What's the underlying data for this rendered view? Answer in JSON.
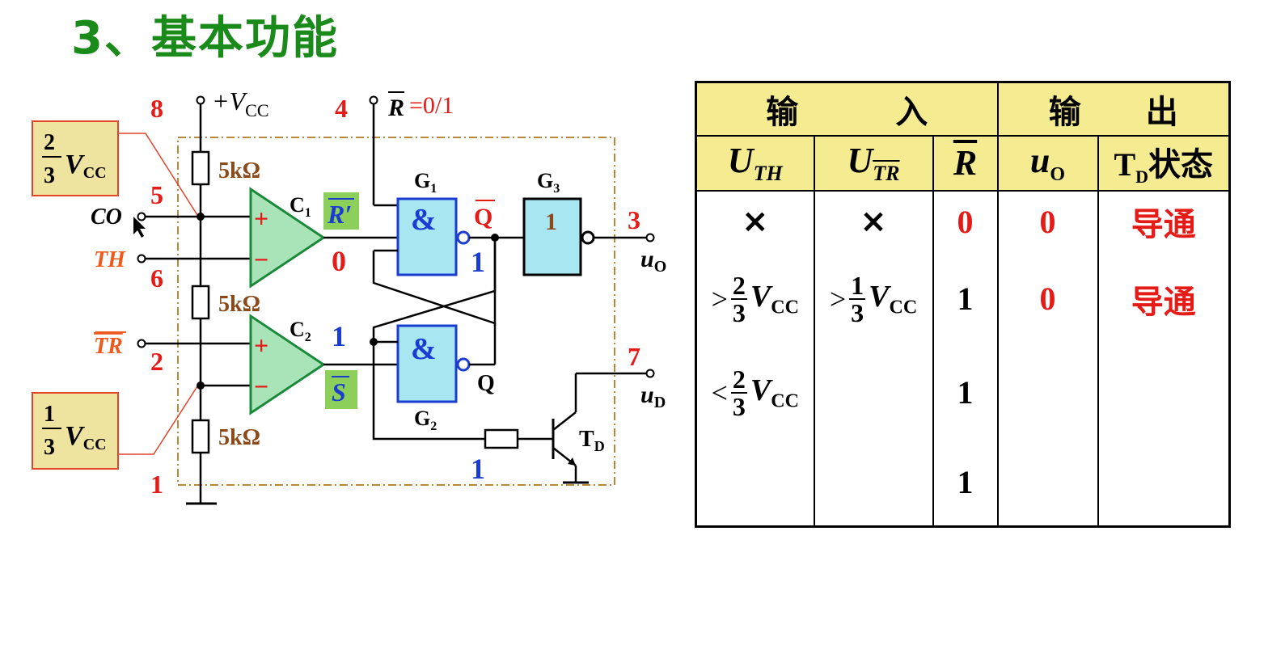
{
  "slide_title": "3、基本功能",
  "circuit": {
    "vcc_label": "+V",
    "vcc_sub": "CC",
    "pin_labels": {
      "p8": "8",
      "p4": "4",
      "p5": "5",
      "p6": "6",
      "p2": "2",
      "p1": "1",
      "p3": "3",
      "p7": "7"
    },
    "reset_label": "R",
    "reset_annotation": "=0/1",
    "resistors": [
      "5kΩ",
      "5kΩ",
      "5kΩ"
    ],
    "ref_box_top": {
      "num": "2",
      "den": "3",
      "sym": "V",
      "sub": "CC"
    },
    "ref_box_bottom": {
      "num": "1",
      "den": "3",
      "sym": "V",
      "sub": "CC"
    },
    "inputs": {
      "co": "CO",
      "th": "TH",
      "tr": "TR"
    },
    "comparators": {
      "c1": "C",
      "c1_sub": "1",
      "c2": "C",
      "c2_sub": "2"
    },
    "signals": {
      "r_prime": "R′",
      "s_bar": "S"
    },
    "gates": {
      "g1": "G",
      "g1_sub": "1",
      "g2": "G",
      "g2_sub": "2",
      "g3": "G",
      "g3_sub": "3",
      "and_symbol": "&",
      "not_symbol": "1"
    },
    "q_bar": "Q",
    "q": "Q",
    "outputs": {
      "uo": "u",
      "uo_sub": "O",
      "ud": "u",
      "ud_sub": "D"
    },
    "transistor": {
      "label": "T",
      "sub": "D"
    },
    "logic_values": {
      "c1_out": "0",
      "g1_out": "1",
      "c2_out": "1",
      "td_base": "1"
    },
    "plus": "+",
    "minus": "−"
  },
  "table": {
    "group_headers": {
      "input": "输　　　入",
      "output": "输　　出"
    },
    "columns": {
      "uth": "U",
      "uth_sub": "TH",
      "utr": "U",
      "utr_sub": "TR",
      "rbar": "R",
      "uo": "u",
      "uo_sub": "O",
      "td": "T",
      "td_sub": "D",
      "td_suffix": "状态"
    },
    "rows": [
      {
        "uth": "×",
        "utr": "×",
        "rbar": "0",
        "uo": "0",
        "td": "导通"
      },
      {
        "uth_op": ">",
        "uth_num": "2",
        "uth_den": "3",
        "utr_op": ">",
        "utr_num": "1",
        "utr_den": "3",
        "rbar": "1",
        "uo": "0",
        "td": "导通"
      },
      {
        "uth_op": "<",
        "uth_num": "2",
        "uth_den": "3",
        "rbar": "1",
        "uo": "",
        "td": ""
      },
      {
        "rbar": "1",
        "uo": "",
        "td": ""
      }
    ],
    "vcc_sym": "V",
    "vcc_sub": "CC"
  }
}
